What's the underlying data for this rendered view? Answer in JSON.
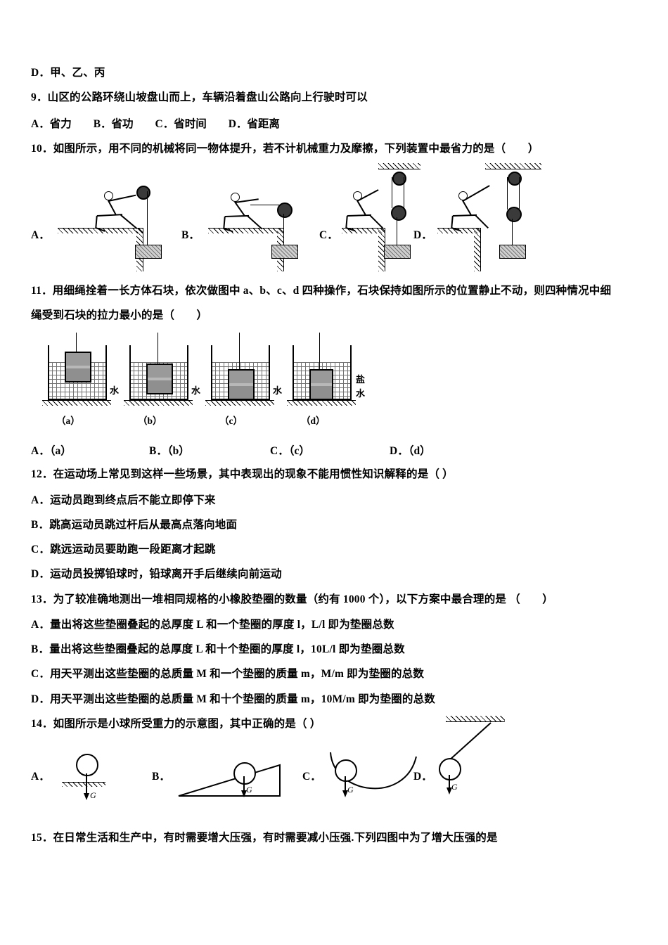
{
  "page": {
    "lines": [
      {
        "id": "l1",
        "text": "D．甲、乙、丙"
      },
      {
        "id": "q9",
        "text": "9．山区的公路环绕山坡盘山而上，车辆沿着盘山公路向上行驶时可以"
      },
      {
        "id": "q9opts",
        "text": "A．省力　　B．省功　　C．省时间　　D．省距离"
      },
      {
        "id": "q10",
        "text": "10．如图所示，用不同的机械将同一物体提升，若不计机械重力及摩擦，下列装置中最省力的是（　　）"
      },
      {
        "id": "q11a",
        "text": "11．用细绳拴着一长方体石块，依次做图中 a、b、c、d 四种操作，石块保持如图所示的位置静止不动，则四种情况中细"
      },
      {
        "id": "q11b",
        "text": "绳受到石块的拉力最小的是（　　）"
      },
      {
        "id": "q12",
        "text": "12．在运动场上常见到这样一些场景，其中表现出的现象不能用惯性知识解释的是（ ）"
      },
      {
        "id": "q12a",
        "text": "A．运动员跑到终点后不能立即停下来"
      },
      {
        "id": "q12b",
        "text": "B．跳高运动员跳过杆后从最高点落向地面"
      },
      {
        "id": "q12c",
        "text": "C．跳远运动员要助跑一段距离才起跳"
      },
      {
        "id": "q12d",
        "text": "D．运动员投掷铅球时，铅球离开手后继续向前运动"
      },
      {
        "id": "q13",
        "text": "13．为了较准确地测出一堆相同规格的小橡胶垫圈的数量（约有 1000 个），以下方案中最合理的是 （　　）"
      },
      {
        "id": "q13a",
        "text": "A．量出将这些垫圈叠起的总厚度 L 和一个垫圈的厚度 l，L/l 即为垫圈总数"
      },
      {
        "id": "q13b",
        "text": "B．量出将这些垫圈叠起的总厚度 L 和十个垫圈的厚度 l，10L/l 即为垫圈总数"
      },
      {
        "id": "q13c",
        "text": "C．用天平测出这些垫圈的总质量 M 和一个垫圈的质量 m，M/m 即为垫圈的总数"
      },
      {
        "id": "q13d",
        "text": "D．用天平测出这些垫圈的总质量 M 和十个垫圈的质量 m，10M/m 即为垫圈的总数"
      },
      {
        "id": "q14",
        "text": "14．如图所示是小球所受重力的示意图，其中正确的是（ ）"
      },
      {
        "id": "q15",
        "text": "15．在日常生活和生产中，有时需要增大压强，有时需要减小压强.下列四图中为了增大压强的是"
      }
    ],
    "fig10": {
      "labels": [
        "A．",
        "B．",
        "C．",
        "D．"
      ]
    },
    "fig11": {
      "liquid_labels": [
        "水",
        "水",
        "水",
        "盐\n水"
      ],
      "liquid_label_a": "水",
      "liquid_label_b": "水",
      "liquid_label_c": "水",
      "liquid_label_d1": "盐",
      "liquid_label_d2": "水",
      "captions": [
        "（a）",
        "（b）",
        "（c）",
        "（d）"
      ],
      "caption_a": "（a）",
      "caption_b": "（b）",
      "caption_c": "（c）",
      "caption_d": "（d）",
      "options": [
        "A．（a）",
        "B．（b）",
        "C．（c）",
        "D．（d）"
      ],
      "option_a": "A．（a）",
      "option_b": "B．（b）",
      "option_c": "C．（c）",
      "option_d": "D．（d）"
    },
    "fig14": {
      "labels": [
        "A．",
        "B．",
        "C．",
        "D．"
      ],
      "label_a": "A．",
      "label_b": "B．",
      "label_c": "C．",
      "label_d": "D．",
      "gravity_symbol": "G"
    }
  }
}
